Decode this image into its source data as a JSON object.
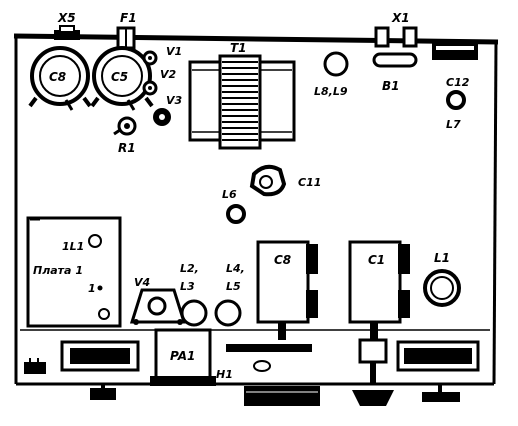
{
  "labels": {
    "x5": "X5",
    "f1": "F1",
    "x1": "X1",
    "c8_left": "C8",
    "c5": "C5",
    "v1": "V1",
    "v2": "V2",
    "v3": "V3",
    "t1": "T1",
    "l8l9": "L8,L9",
    "b1": "B1",
    "c12": "C12",
    "l7": "L7",
    "r1": "R1",
    "c11": "C11",
    "l6": "L6",
    "board_ref": "1L1",
    "board_name": "Плата 1",
    "board_pin": "1",
    "v4": "V4",
    "l2": "L2,",
    "l3": "L3",
    "l4": "L4,",
    "l5": "L5",
    "c8_right": "C8",
    "c1": "C1",
    "l1": "L1",
    "pa1": "PA1",
    "h1": "H1"
  },
  "colors": {
    "ink": "#000000",
    "paper": "#ffffff"
  }
}
